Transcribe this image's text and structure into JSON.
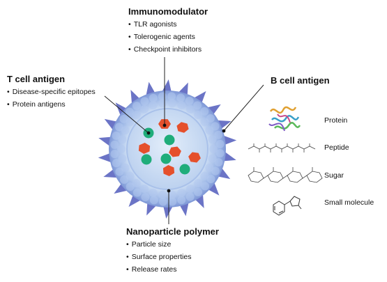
{
  "immunomodulator": {
    "title": "Immunomodulator",
    "items": [
      "TLR agonists",
      "Tolerogenic agents",
      "Checkpoint inhibitors"
    ]
  },
  "t_cell_antigen": {
    "title": "T cell antigen",
    "items": [
      "Disease-specific epitopes",
      "Protein antigens"
    ]
  },
  "b_cell_antigen": {
    "title": "B cell antigen",
    "types": [
      "Protein",
      "Peptide",
      "Sugar",
      "Small molecule"
    ]
  },
  "nanoparticle_polymer": {
    "title": "Nanoparticle polymer",
    "items": [
      "Particle size",
      "Surface properties",
      "Release rates"
    ]
  },
  "colors": {
    "spike": "#6b74c6",
    "shell": "#8ca9e0",
    "inner": "#cfe0f5",
    "core": "#b8cfee",
    "green": "#1fad7a",
    "orange": "#e5502c"
  }
}
